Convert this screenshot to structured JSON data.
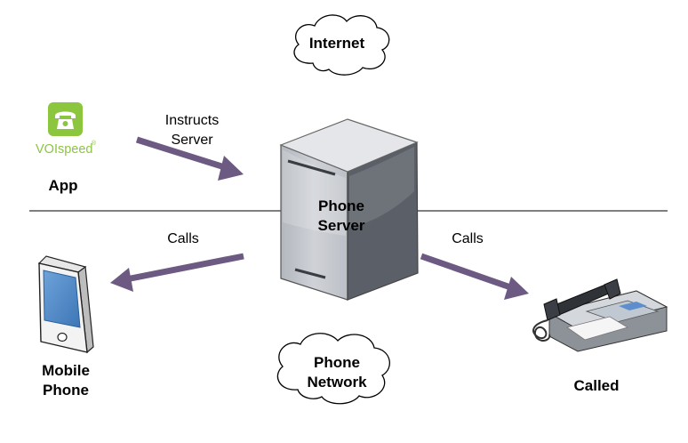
{
  "clouds": {
    "internet": "Internet",
    "network_line1": "Phone",
    "network_line2": "Network"
  },
  "app": {
    "logo_text": "VOIspeed",
    "logo_mark": "®",
    "label": "App",
    "colors": {
      "brand": "#8cc63f",
      "brand_text": "#8cc63f"
    }
  },
  "server": {
    "label_line1": "Phone",
    "label_line2": "Server",
    "colors": {
      "front": "#c3c6cc",
      "side": "#5b6068",
      "top": "#e4e6ea"
    }
  },
  "arrows": {
    "instructs_line1": "Instructs",
    "instructs_line2": "Server",
    "calls_left": "Calls",
    "calls_right": "Calls",
    "color": "#6c5a83"
  },
  "mobile": {
    "label_line1": "Mobile",
    "label_line2": "Phone",
    "icon": "mobile-phone-icon",
    "screen_color": "#4f88c6"
  },
  "called": {
    "label": "Called",
    "icon": "desk-phone-icon"
  }
}
